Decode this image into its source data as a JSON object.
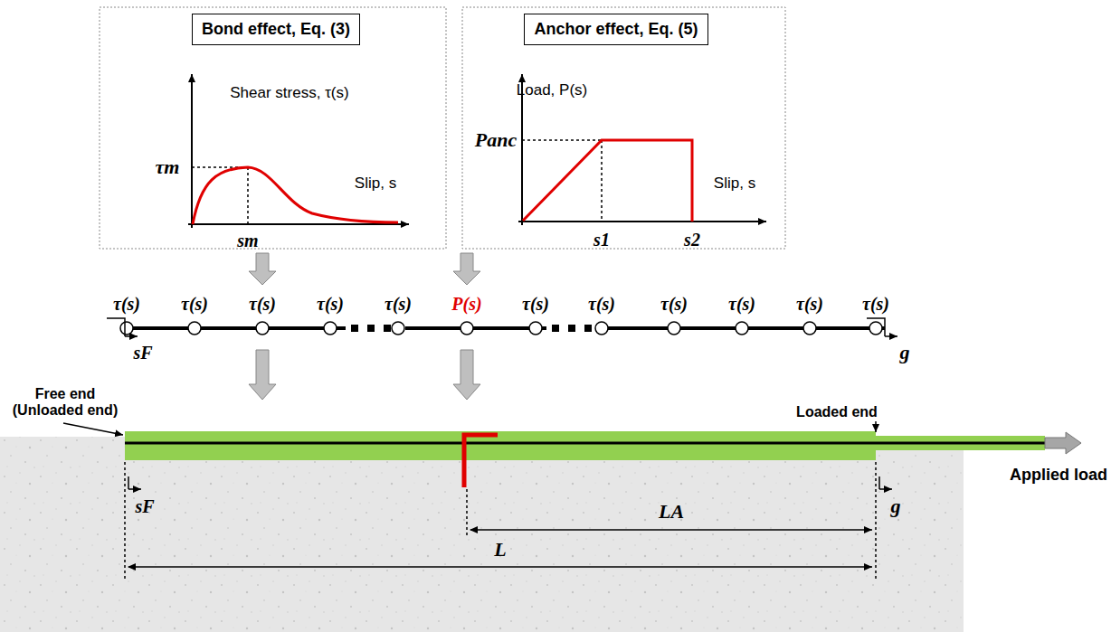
{
  "diagram": {
    "nodes": [
      {
        "text": [
          "Bond effect, Eq. (3)"
        ]
      },
      {
        "text": [
          "Anchor effect, Eq. (5)"
        ]
      }
    ],
    "labels": [
      "Shear stress, τ(s)",
      "τm",
      "sm",
      "Slip, s",
      "Load, P(s)",
      "Panc",
      "s1",
      "s2",
      "Slip, s",
      "τ(s)",
      "τ(s)",
      "τ(s)",
      "τ(s)",
      "τ(s)",
      "P(s)",
      "τ(s)",
      "τ(s)",
      "τ(s)",
      "τ(s)",
      "τ(s)",
      "τ(s)",
      "sF",
      "g",
      "Free end (Unloaded end)",
      "Loaded end",
      "Applied load",
      "sF",
      "LA",
      "L",
      "g"
    ]
  }
}
